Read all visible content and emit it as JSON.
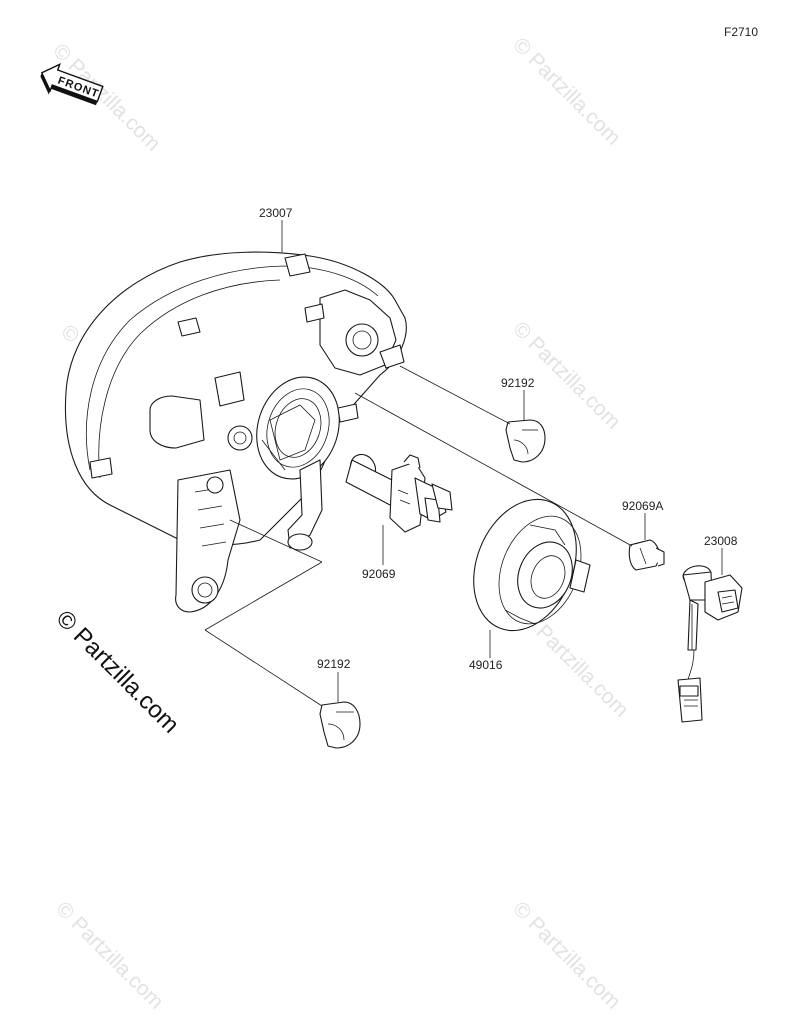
{
  "figure_id": "F2710",
  "front_label": "FRONT",
  "watermark_main": "© Partzilla.com",
  "watermark_faint": "© Partzilla.com",
  "callouts": [
    {
      "id": "23007"
    },
    {
      "id": "92192"
    },
    {
      "id": "92069A"
    },
    {
      "id": "23008"
    },
    {
      "id": "92069"
    },
    {
      "id": "49016"
    },
    {
      "id": "92192"
    }
  ]
}
